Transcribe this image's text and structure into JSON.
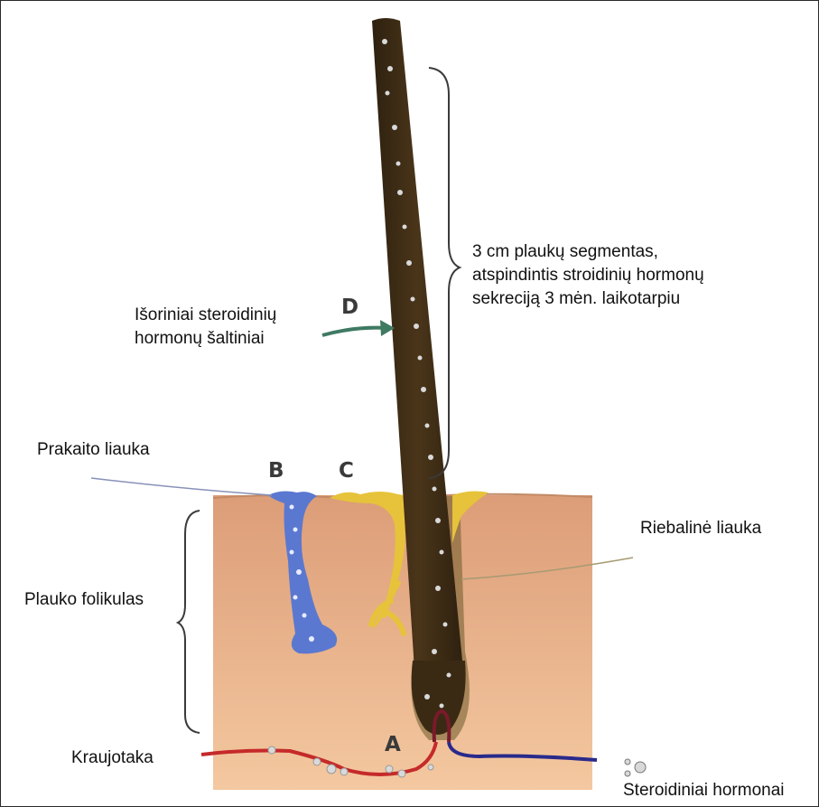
{
  "labels": {
    "hair_segment": [
      "3 cm plaukų segmentas,",
      "atspindintis stroidinių hormonų",
      "sekreciją 3 mėn. laikotarpiu"
    ],
    "external_sources": [
      "Išoriniai steroidinių",
      "hormonų šaltiniai"
    ],
    "sweat_gland": "Prakaito liauka",
    "sebaceous_gland": "Riebalinė liauka",
    "hair_follicle": "Plauko folikulas",
    "bloodstream": "Kraujotaka",
    "steroid_hormones": "Steroidiniai hormonai"
  },
  "markers": {
    "a": "A",
    "b": "B",
    "c": "C",
    "d": "D"
  },
  "colors": {
    "skin_top": "#dc9d78",
    "skin_bottom": "#f4c8a0",
    "hair": "#3a2a14",
    "sweat_gland": "#5b78d0",
    "sebaceous_gland": "#e6c33a",
    "artery": "#c52a2a",
    "vein": "#2a2a8c",
    "arrow": "#3f7a62"
  }
}
